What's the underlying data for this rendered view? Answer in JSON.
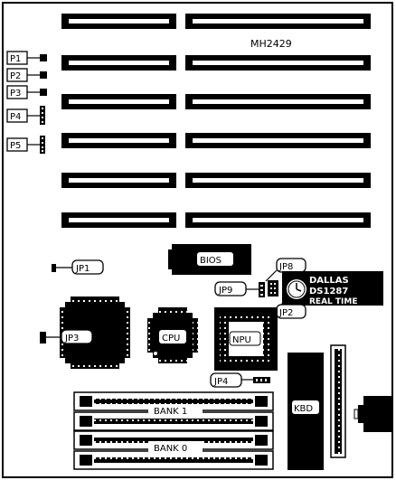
{
  "board": {
    "model": "MH2429"
  },
  "labels": {
    "p1": "P1",
    "p2": "P2",
    "p3": "P3",
    "p4": "P4",
    "p5": "P5",
    "bios": "BIOS",
    "jp1": "JP1",
    "jp2": "JP2",
    "jp3": "JP3",
    "jp4": "JP4",
    "jp8": "JP8",
    "jp9": "JP9",
    "cpu": "CPU",
    "npu": "NPU",
    "kbd": "KBD",
    "bank1": "BANK 1",
    "bank0": "BANK 0"
  },
  "rtc": {
    "line1": "DALLAS",
    "line2": "DS1287",
    "line3": "REAL TIME"
  }
}
